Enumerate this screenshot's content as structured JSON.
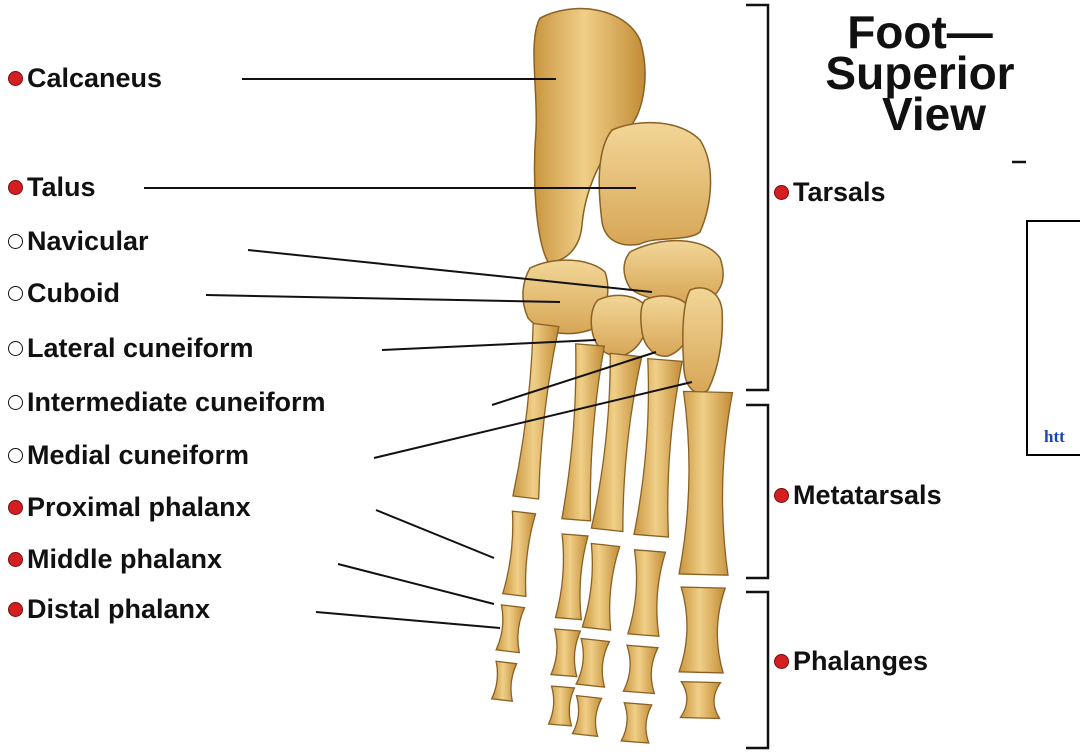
{
  "title": {
    "line1": "Foot—",
    "line2": "Superior",
    "line3": "View"
  },
  "labels": [
    {
      "text": "Calcaneus",
      "marker": "filled"
    },
    {
      "text": "Talus",
      "marker": "filled"
    },
    {
      "text": "Navicular",
      "marker": "hollow"
    },
    {
      "text": "Cuboid",
      "marker": "hollow"
    },
    {
      "text": "Lateral cuneiform",
      "marker": "hollow"
    },
    {
      "text": "Intermediate cuneiform",
      "marker": "hollow"
    },
    {
      "text": "Medial cuneiform",
      "marker": "hollow"
    },
    {
      "text": "Proximal phalanx",
      "marker": "filled"
    },
    {
      "text": "Middle phalanx",
      "marker": "filled"
    },
    {
      "text": "Distal phalanx",
      "marker": "filled"
    }
  ],
  "groups": [
    {
      "text": "Tarsals",
      "marker": "filled"
    },
    {
      "text": "Metatarsals",
      "marker": "filled"
    },
    {
      "text": "Phalanges",
      "marker": "filled"
    }
  ],
  "overlay_box": {
    "partial_url": "htt"
  },
  "colors": {
    "bone": "#e9c27a",
    "bone_shadow": "#b9862f",
    "bone_highlight": "#f7e0a6",
    "marker_red": "#d41f22",
    "leader_line": "#111111",
    "url_blue": "#1a43b8"
  }
}
